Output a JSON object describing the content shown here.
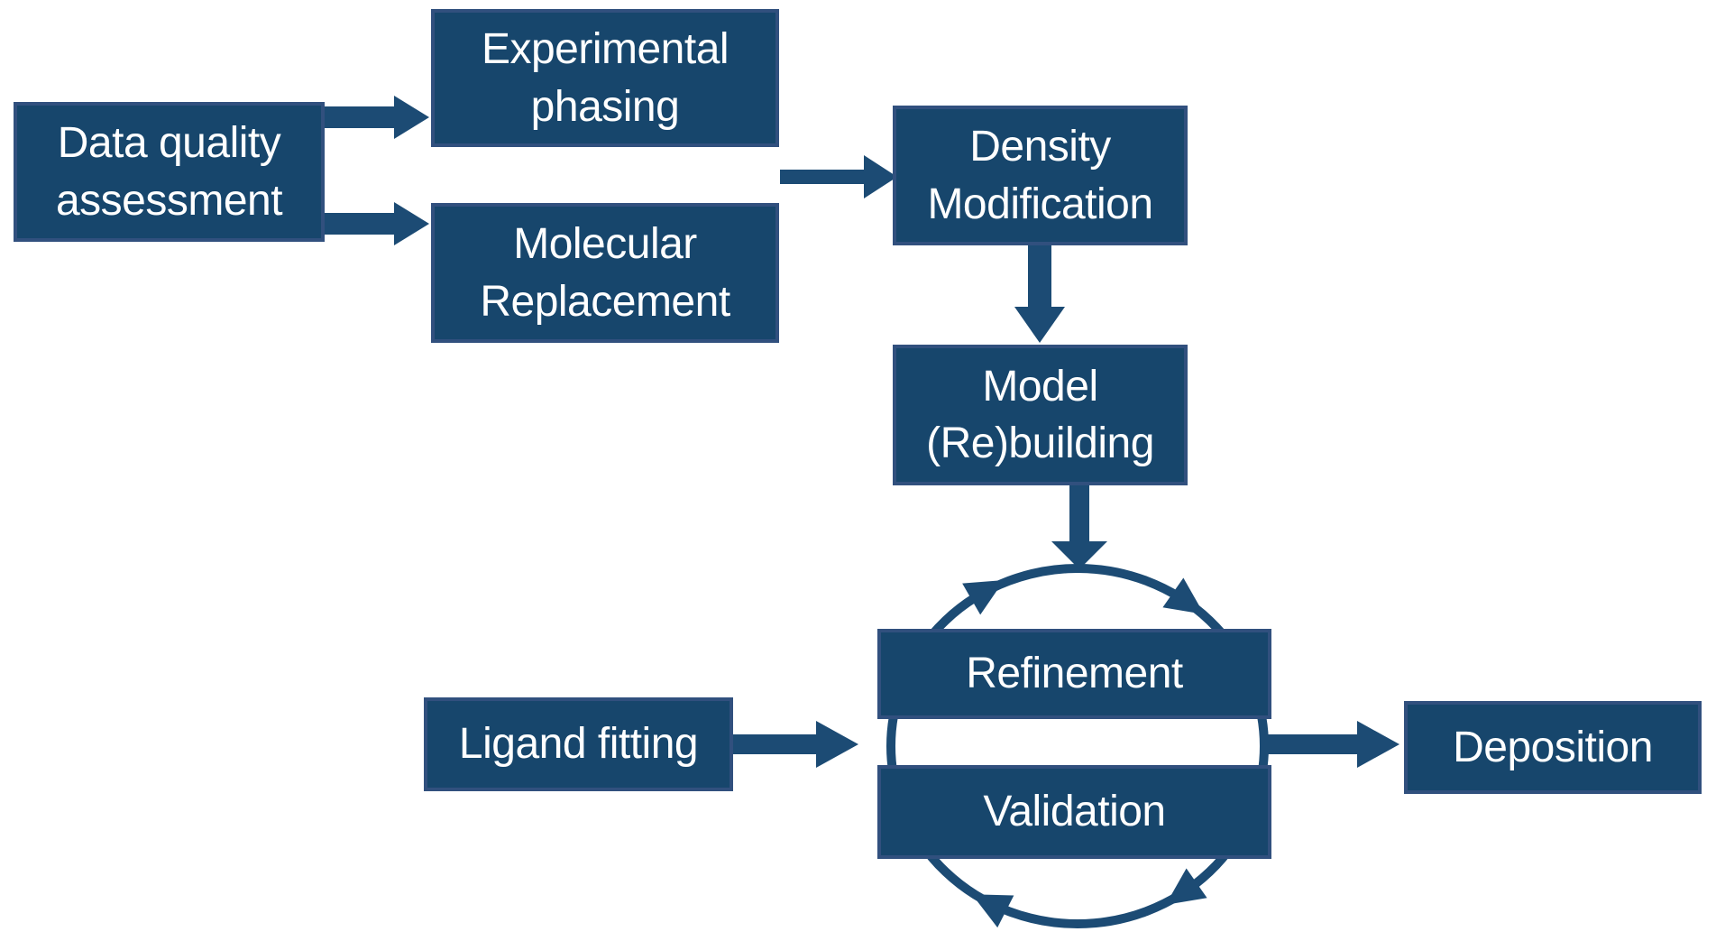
{
  "diagram": {
    "title": "Crystallographic structure determination workflow",
    "background": "#ffffff"
  },
  "colors": {
    "box_fill": "#17466C",
    "box_border": "#31507E",
    "arrow": "#1C4B74",
    "text": "#FFFFFF"
  },
  "nodes": {
    "data_quality": {
      "label": "Data quality\nassessment"
    },
    "experimental": {
      "label": "Experimental\nphasing"
    },
    "molecular": {
      "label": "Molecular\nReplacement"
    },
    "density": {
      "label": "Density\nModification"
    },
    "model": {
      "label": "Model\n(Re)building"
    },
    "refinement": {
      "label": "Refinement"
    },
    "validation": {
      "label": "Validation"
    },
    "ligand": {
      "label": "Ligand fitting"
    },
    "deposition": {
      "label": "Deposition"
    }
  },
  "edges": [
    {
      "from": "data_quality",
      "to": "experimental"
    },
    {
      "from": "data_quality",
      "to": "molecular"
    },
    {
      "from": "experimental + molecular",
      "to": "density"
    },
    {
      "from": "density",
      "to": "model"
    },
    {
      "from": "model",
      "to": "refinement_validation_cycle"
    },
    {
      "from": "ligand",
      "to": "refinement_validation_cycle"
    },
    {
      "from": "refinement_validation_cycle",
      "to": "deposition"
    }
  ],
  "cycle": {
    "members": [
      "refinement",
      "validation"
    ],
    "direction": "clockwise",
    "arrowhead_count": 4
  }
}
